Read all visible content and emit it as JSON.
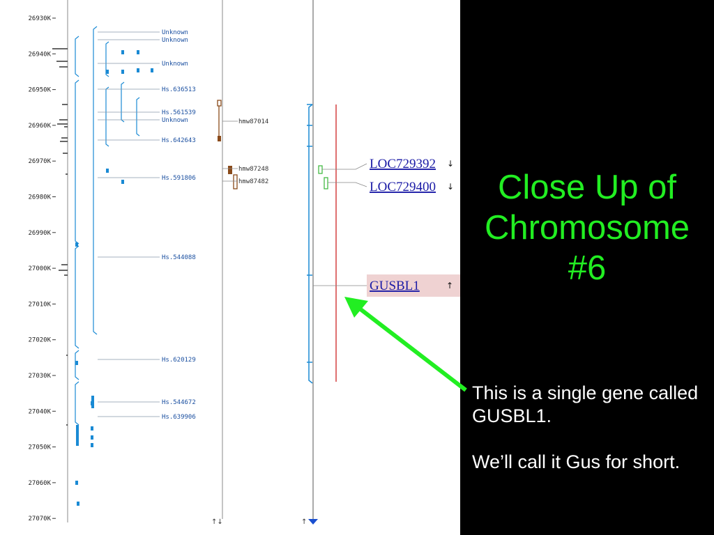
{
  "slide": {
    "title_lines": [
      "Close Up of",
      "Chromosome",
      "#6"
    ],
    "body_paragraphs": [
      "This is a single gene called GUSBL1.",
      "We’ll call it Gus for short."
    ]
  },
  "map": {
    "axis_ticks": [
      "26930K",
      "26940K",
      "26950K",
      "26960K",
      "26970K",
      "26980K",
      "26990K",
      "27000K",
      "27010K",
      "27020K",
      "27030K",
      "27040K",
      "27050K",
      "27060K",
      "27070K"
    ],
    "cluster_labels": [
      "Unknown",
      "Unknown",
      "Unknown",
      "Hs.636513",
      "Hs.561539",
      "Unknown",
      "Hs.642643",
      "Hs.591806",
      "Hs.544088",
      "Hs.620129",
      "Hs.544672",
      "Hs.639906"
    ],
    "marker_labels": [
      "hmw87014",
      "hmw87248",
      "hmw87482"
    ],
    "gene_labels": [
      "LOC729392",
      "LOC729400"
    ],
    "highlighted_gene": "GUSBL1",
    "strand_arrows": [
      "↓",
      "↓",
      "↑"
    ],
    "footer_arrows": [
      "↑↓",
      "↑"
    ],
    "colors": {
      "cluster": "#1a8ad4",
      "marker": "#8a4a1a",
      "gene_box": "#44bb44",
      "red_line": "#cc2222",
      "highlight_bg": "#efd2d2",
      "pointer_arrow": "#22ee22",
      "slide_text": "#22ee22"
    }
  }
}
